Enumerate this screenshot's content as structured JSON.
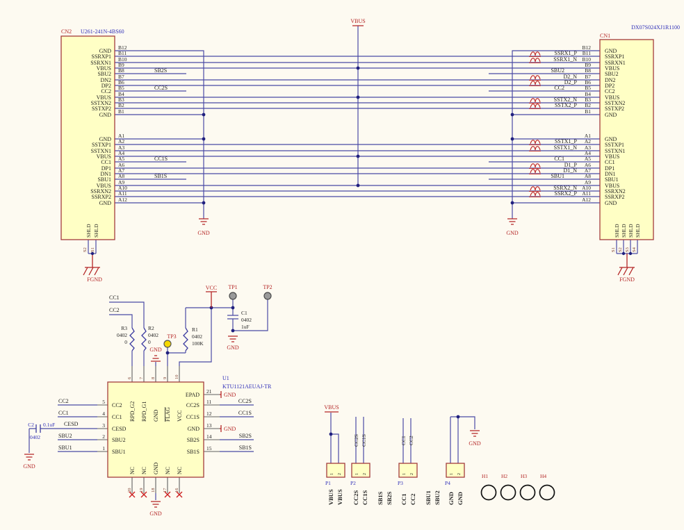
{
  "colors": {
    "wire": "#4A4AA5",
    "label_red": "#B42525",
    "label_blue": "#2E2EB8",
    "pin_number": "#7A3A2A",
    "orange": "#E88100",
    "body_fill": "#FFFFC5",
    "body_border": "#A33C3C",
    "background": "#FDFAF1"
  },
  "cn2": {
    "ref": "CN2",
    "part": "U261-241N-4BS60",
    "pins_b": [
      {
        "num": "B12",
        "name": "GND"
      },
      {
        "num": "B11",
        "name": "SSRXP1"
      },
      {
        "num": "B10",
        "name": "SSRXN1"
      },
      {
        "num": "B9",
        "name": "VBUS"
      },
      {
        "num": "B8",
        "name": "SBU2"
      },
      {
        "num": "B7",
        "name": "DN2"
      },
      {
        "num": "B6",
        "name": "DP2"
      },
      {
        "num": "B5",
        "name": "CC2"
      },
      {
        "num": "B4",
        "name": "VBUS"
      },
      {
        "num": "B3",
        "name": "SSTXN2"
      },
      {
        "num": "B2",
        "name": "SSTXP2"
      },
      {
        "num": "B1",
        "name": "GND"
      }
    ],
    "pins_a": [
      {
        "num": "A1",
        "name": "GND"
      },
      {
        "num": "A2",
        "name": "SSTXP1"
      },
      {
        "num": "A3",
        "name": "SSTXN1"
      },
      {
        "num": "A4",
        "name": "VBUS"
      },
      {
        "num": "A5",
        "name": "CC1"
      },
      {
        "num": "A6",
        "name": "DP1"
      },
      {
        "num": "A7",
        "name": "DN1"
      },
      {
        "num": "A8",
        "name": "SBU1"
      },
      {
        "num": "A9",
        "name": "VBUS"
      },
      {
        "num": "A10",
        "name": "SSRXN2"
      },
      {
        "num": "A11",
        "name": "SSRXP2"
      },
      {
        "num": "A12",
        "name": "GND"
      }
    ],
    "shld": [
      "SHLD",
      "SHLD"
    ],
    "shld_nums": [
      "S2",
      "S1"
    ]
  },
  "cn1": {
    "ref": "CN1",
    "part": "DX07S024XJ1R1100",
    "pins_b": [
      {
        "num": "B12",
        "name": "GND"
      },
      {
        "num": "B11",
        "name": "SSRXP1"
      },
      {
        "num": "B10",
        "name": "SSRXN1"
      },
      {
        "num": "B9",
        "name": "VBUS"
      },
      {
        "num": "B8",
        "name": "SBU2"
      },
      {
        "num": "B7",
        "name": "DN2"
      },
      {
        "num": "B6",
        "name": "DP2"
      },
      {
        "num": "B5",
        "name": "CC2"
      },
      {
        "num": "B4",
        "name": "VBUS"
      },
      {
        "num": "B3",
        "name": "SSTXN2"
      },
      {
        "num": "B2",
        "name": "SSTXP2"
      },
      {
        "num": "B1",
        "name": "GND"
      }
    ],
    "pins_a": [
      {
        "num": "A1",
        "name": "GND"
      },
      {
        "num": "A2",
        "name": "SSTXP1"
      },
      {
        "num": "A3",
        "name": "SSTXN1"
      },
      {
        "num": "A4",
        "name": "VBUS"
      },
      {
        "num": "A5",
        "name": "CC1"
      },
      {
        "num": "A6",
        "name": "DP1"
      },
      {
        "num": "A7",
        "name": "DN1"
      },
      {
        "num": "A8",
        "name": "SBU1"
      },
      {
        "num": "A9",
        "name": "VBUS"
      },
      {
        "num": "A10",
        "name": "SSRXN2"
      },
      {
        "num": "A11",
        "name": "SSRXP2"
      },
      {
        "num": "A12",
        "name": "GND"
      }
    ],
    "shld": [
      "SHLD",
      "SHLD",
      "SHLD",
      "SHLD"
    ],
    "shld_nums": [
      "S1",
      "S2",
      "S3",
      "S4"
    ]
  },
  "nets": {
    "left": {
      "sb2s": "SB2S",
      "cc2s": "CC2S",
      "cc1s": "CC1S",
      "sb1s": "SB1S"
    },
    "right_red": {
      "ssrx1_p": "SSRX1_P",
      "ssrx1_n": "SSRX1_N",
      "d2_n": "D2_N",
      "d2_p": "D2_P",
      "sstx2_n": "SSTX2_N",
      "sstx2_p": "SSTX2_P",
      "sstx1_p": "SSTX1_P",
      "sstx1_n": "SSTX1_N",
      "d1_p": "D1_P",
      "d1_n": "D1_N",
      "ssrx2_n": "SSRX2_N",
      "ssrx2_p": "SSRX2_P"
    },
    "right_blue": {
      "sbu2": "SBU2",
      "cc2": "CC2",
      "cc1": "CC1",
      "sbu1": "SBU1"
    },
    "upper": {
      "cc1": "CC1",
      "cc2": "CC2"
    },
    "u1_left": {
      "cc2": "CC2",
      "cc1": "CC1",
      "cesd": "CESD",
      "sbu2": "SBU2",
      "sbu1": "SBU1"
    },
    "u1_right": {
      "cc2s": "CC2S",
      "cc1s": "CC1S",
      "sb2s": "SB2S",
      "sb1s": "SB1S"
    }
  },
  "power": {
    "gnd": "GND",
    "vbus": "VBUS",
    "vcc": "VCC",
    "fgnd": "FGND"
  },
  "u1": {
    "ref": "U1",
    "part": "KTU1121AEUAJ-TR",
    "left": [
      {
        "num": "5",
        "name": "CC2"
      },
      {
        "num": "4",
        "name": "CC1"
      },
      {
        "num": "3",
        "name": "CESD"
      },
      {
        "num": "2",
        "name": "SBU2"
      },
      {
        "num": "1",
        "name": "SBU1"
      }
    ],
    "top": [
      {
        "num": "6",
        "name": "RPD_G2"
      },
      {
        "num": "7",
        "name": "RPD_G1"
      },
      {
        "num": "8",
        "name": "GND"
      },
      {
        "num": "9",
        "name": "FLAG"
      },
      {
        "num": "10",
        "name": "VCC"
      }
    ],
    "right": [
      {
        "num": "21",
        "name": "EPAD"
      },
      {
        "num": "11",
        "name": "CC2S"
      },
      {
        "num": "12",
        "name": "CC1S"
      },
      {
        "num": "13",
        "name": "GND"
      },
      {
        "num": "14",
        "name": "SB2S"
      },
      {
        "num": "15",
        "name": "SB1S"
      }
    ],
    "bottom": [
      {
        "num": "20",
        "name": "NC"
      },
      {
        "num": "19",
        "name": "NC"
      },
      {
        "num": "18",
        "name": "GND"
      },
      {
        "num": "17",
        "name": "NC"
      },
      {
        "num": "16",
        "name": "NC"
      }
    ]
  },
  "components": {
    "r1": {
      "ref": "R1",
      "size": "0402",
      "value": "100K"
    },
    "r2": {
      "ref": "R2",
      "size": "0402",
      "value": "0"
    },
    "r3": {
      "ref": "R3",
      "size": "0402",
      "value": "0"
    },
    "c1": {
      "ref": "C1",
      "size": "0402",
      "value": "1uF"
    },
    "c2": {
      "ref": "C2",
      "size": "0402",
      "value": "0.1uF"
    },
    "tp1": "TP1",
    "tp2": "TP2",
    "tp3": "TP3"
  },
  "headers": {
    "p1": "P1",
    "p2": "P2",
    "p3": "P3",
    "p4": "P4",
    "pin1": "1",
    "pin2": "2",
    "p2_nets": [
      "CC2S",
      "CC1S"
    ],
    "p3_nets": [
      "CC1",
      "CC2"
    ]
  },
  "orange_labels": [
    [
      "VBUS",
      "VBUS"
    ],
    [
      "CC2S",
      "CC1S"
    ],
    [
      "SB1S",
      "SB2S"
    ],
    [
      "CC1",
      "CC2"
    ],
    [
      "SBU1",
      "SBU2"
    ],
    [
      "GND",
      "GND"
    ]
  ],
  "holes": [
    "H1",
    "H2",
    "H3",
    "H4"
  ]
}
